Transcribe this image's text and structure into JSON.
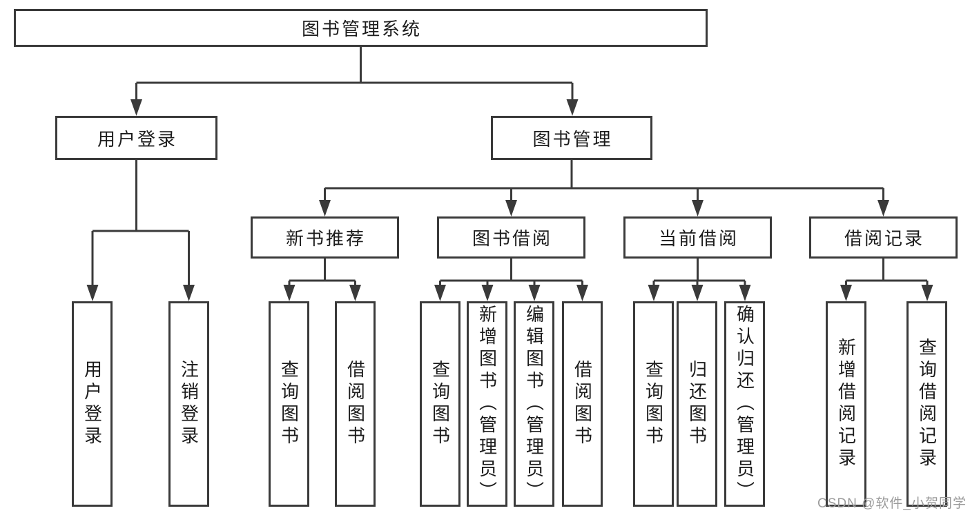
{
  "diagram": {
    "title": "图书管理系统",
    "type": "functional-structure-tree",
    "colors": {
      "line": "#3a3a3a",
      "box_border": "#3a3a3a",
      "box_fill": "#ffffff",
      "text": "#1c1c1c",
      "watermark_text": "#9b9b9b",
      "background": "#ffffff"
    },
    "nodes": {
      "root": "图书管理系统",
      "level2": [
        "用户登录",
        "图书管理"
      ],
      "level3": [
        "新书推荐",
        "图书借阅",
        "当前借阅",
        "借阅记录"
      ],
      "level4": [
        [
          "用户登录",
          "注销登录"
        ],
        [
          "查询图书",
          "借阅图书"
        ],
        [
          "查询图书",
          "新增图书（管理员）",
          "编辑图书（管理员）",
          "借阅图书"
        ],
        [
          "查询图书",
          "归还图书",
          "确认归还（管理员）"
        ],
        [
          "新增借阅记录",
          "查询借阅记录"
        ]
      ]
    },
    "edges": [
      "图书管理系统 → 用户登录",
      "图书管理系统 → 图书管理",
      "用户登录 → 用户登录",
      "用户登录 → 注销登录",
      "图书管理 → 新书推荐",
      "图书管理 → 图书借阅",
      "图书管理 → 当前借阅",
      "图书管理 → 借阅记录",
      "新书推荐 → 查询图书",
      "新书推荐 → 借阅图书",
      "图书借阅 → 查询图书",
      "图书借阅 → 新增图书（管理员）",
      "图书借阅 → 编辑图书（管理员）",
      "图书借阅 → 借阅图书",
      "当前借阅 → 查询图书",
      "当前借阅 → 归还图书",
      "当前借阅 → 确认归还（管理员）",
      "借阅记录 → 新增借阅记录",
      "借阅记录 → 查询借阅记录"
    ],
    "watermark": "CSDN @软件_小贺同学"
  }
}
